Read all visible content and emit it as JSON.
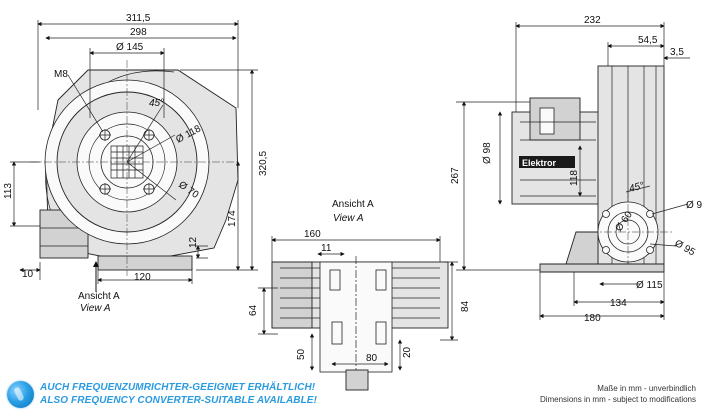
{
  "front_view": {
    "dims": {
      "width_overall": "311,5",
      "width_housing": "298",
      "flange_dia": "Ø 145",
      "thread": "M8",
      "angle": "45°",
      "circle_dia": "Ø 118",
      "hole_dia": "Ø 70",
      "height_overall": "320,5",
      "height_axis": "174",
      "left_height": "113",
      "offset_12": "12",
      "foot_10": "10",
      "foot_width": "120"
    },
    "view_label": "Ansicht A",
    "view_label_en": "View A"
  },
  "side_view": {
    "dims": {
      "depth_overall": "232",
      "depth_54": "54,5",
      "depth_35": "3,5",
      "motor_dia": "Ø 98",
      "height_267": "267",
      "box_118": "118",
      "angle": "45°",
      "hole_9": "Ø 9",
      "circle_60": "Ø 60",
      "outer_95": "Ø 95",
      "base_115": "Ø 115",
      "base_134": "134",
      "base_180": "180"
    },
    "brand_label": "Elektror"
  },
  "view_a": {
    "title": "Ansicht A",
    "title_en": "View A",
    "dims": {
      "w_160": "160",
      "w_11": "11",
      "h_64": "64",
      "h_84": "84",
      "h_50": "50",
      "w_80": "80",
      "h_20": "20"
    }
  },
  "footer": {
    "notice_de": "AUCH FREQUENZUMRICHTER-GEEIGNET ERHÄLTLICH!",
    "notice_en": "ALSO FREQUENCY CONVERTER-SUITABLE AVAILABLE!",
    "dims_note_de": "Maße in mm - unverbindlich",
    "dims_note_en": "Dimensions in mm - subject to modifications",
    "accent_color": "#2b9be0"
  }
}
